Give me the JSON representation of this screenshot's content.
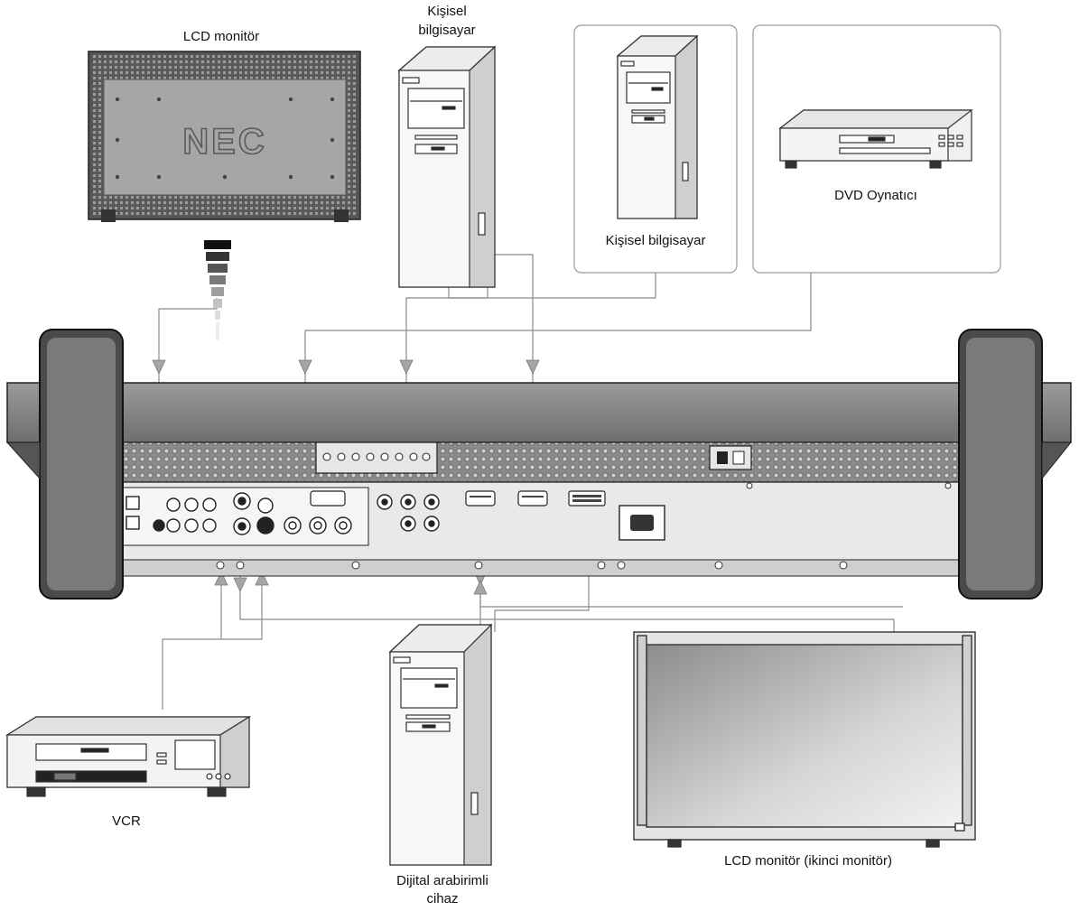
{
  "labels": {
    "lcd_monitor": "LCD monitör",
    "pc_top_line1": "Kişisel",
    "pc_top_line2": "bilgisayar",
    "pc_box": "Kişisel bilgisayar",
    "dvd_player": "DVD Oynatıcı",
    "vcr": "VCR",
    "digital_device_line1": "Dijital arabirimli",
    "digital_device_line2": "cihaz",
    "second_monitor": "LCD monitör (ikinci monitör)"
  },
  "logo_text": "NEC",
  "colors": {
    "line": "#8a8a8a",
    "arrow": "#9a9a9a",
    "metal": "#7e7e7e",
    "metal_dark": "#3c3c3c",
    "panel_light": "#d9d9d9",
    "panel_mid": "#b4b4b4"
  }
}
